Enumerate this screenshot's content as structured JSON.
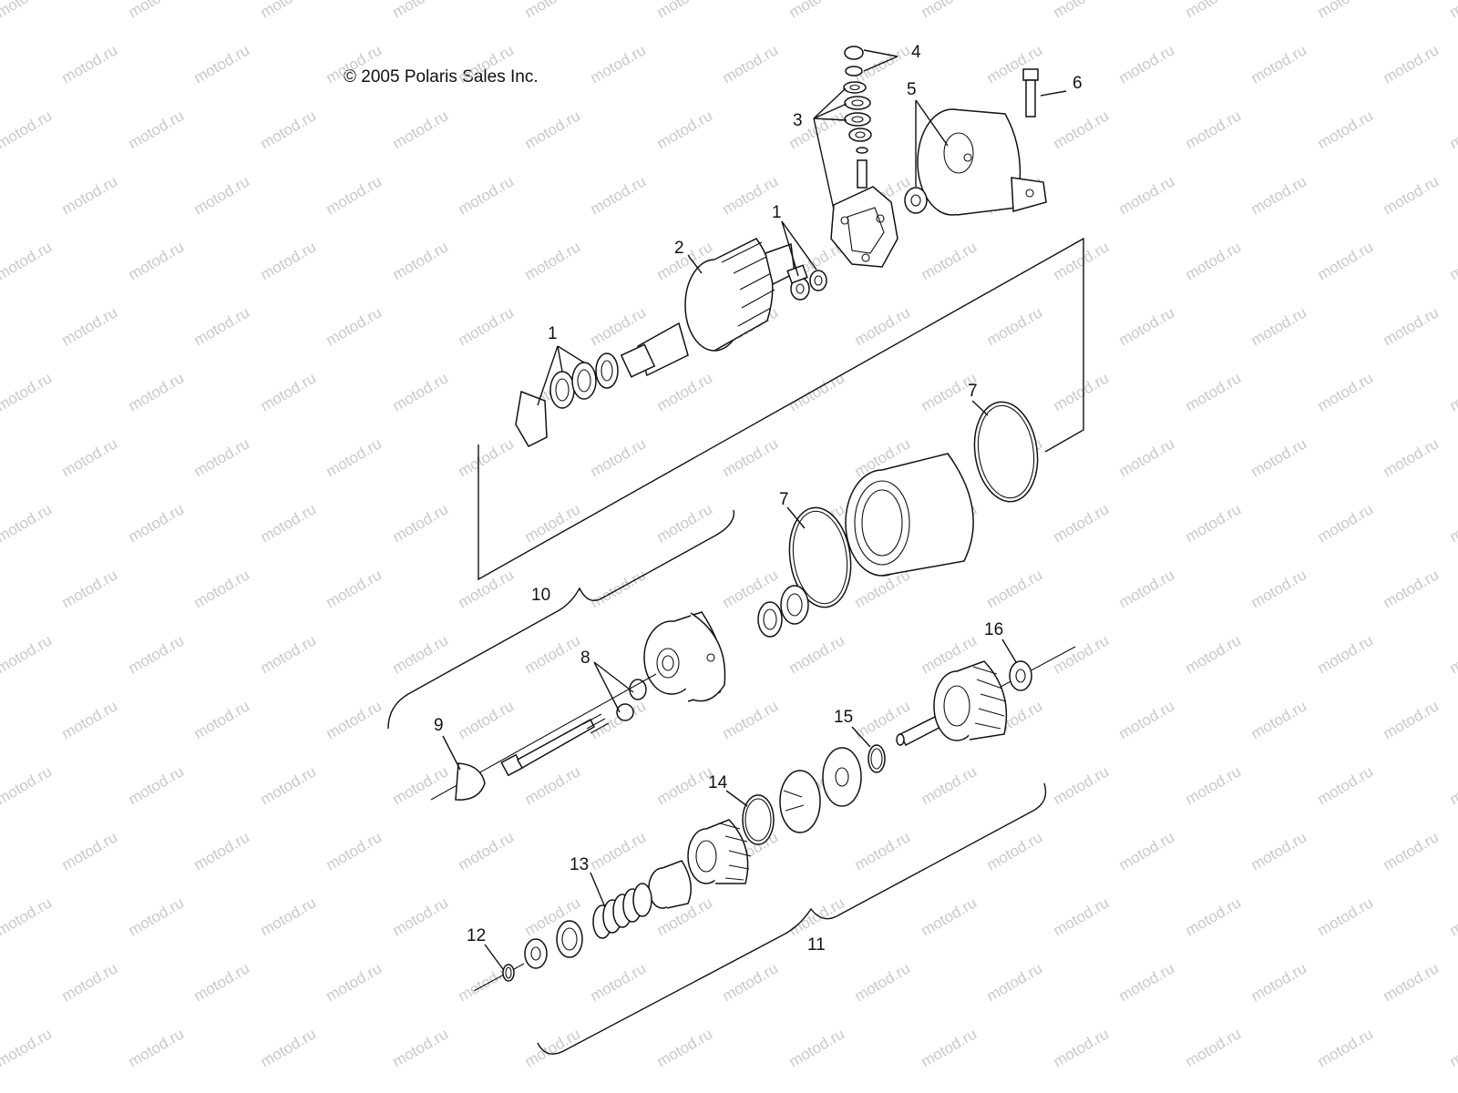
{
  "copyright": "© 2005 Polaris Sales Inc.",
  "watermark": "motod.ru",
  "callouts": [
    {
      "id": "c1a",
      "text": "1"
    },
    {
      "id": "c1b",
      "text": "1"
    },
    {
      "id": "c2",
      "text": "2"
    },
    {
      "id": "c3",
      "text": "3"
    },
    {
      "id": "c4",
      "text": "4"
    },
    {
      "id": "c5",
      "text": "5"
    },
    {
      "id": "c6",
      "text": "6"
    },
    {
      "id": "c7a",
      "text": "7"
    },
    {
      "id": "c7b",
      "text": "7"
    },
    {
      "id": "c8",
      "text": "8"
    },
    {
      "id": "c9",
      "text": "9"
    },
    {
      "id": "c10",
      "text": "10"
    },
    {
      "id": "c11",
      "text": "11"
    },
    {
      "id": "c12",
      "text": "12"
    },
    {
      "id": "c13",
      "text": "13"
    },
    {
      "id": "c14",
      "text": "14"
    },
    {
      "id": "c15",
      "text": "15"
    },
    {
      "id": "c16",
      "text": "16"
    }
  ]
}
